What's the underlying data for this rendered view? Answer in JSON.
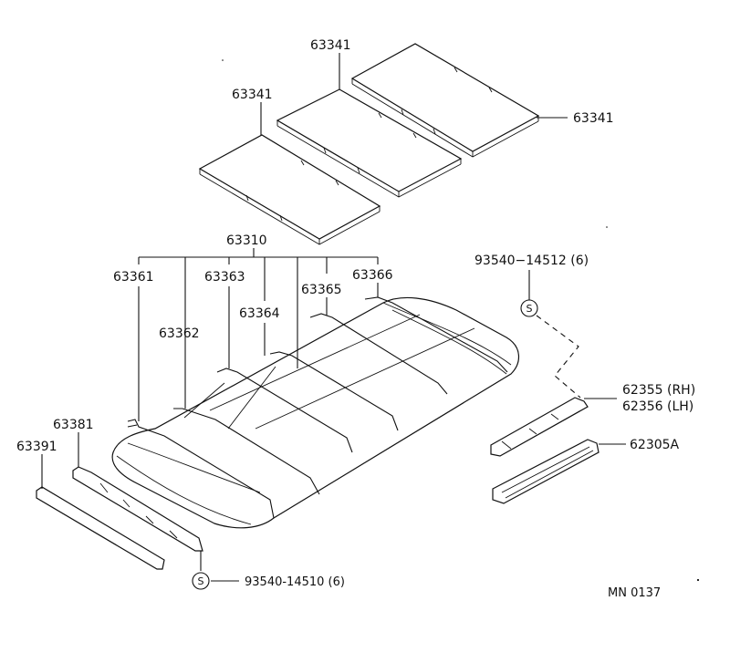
{
  "diagram": {
    "labels": {
      "panel_top_left": "63341",
      "panel_top_center": "63341",
      "panel_right": "63341",
      "roof_assembly": "63310",
      "bow_1": "63361",
      "bow_2": "63362",
      "bow_3": "63363",
      "bow_4": "63364",
      "bow_5": "63365",
      "bow_6": "63366",
      "bracket": "63381",
      "strip": "63391",
      "screw_upper": "93540−14512 (6)",
      "rail_rh_lh_1": "62355 (RH)",
      "rail_rh_lh_2": "62356 (LH)",
      "weatherstrip": "62305A",
      "screw_lower": "93540-14510 (6)",
      "screw_symbol": "S",
      "drawing_code": "MN  0137"
    }
  }
}
